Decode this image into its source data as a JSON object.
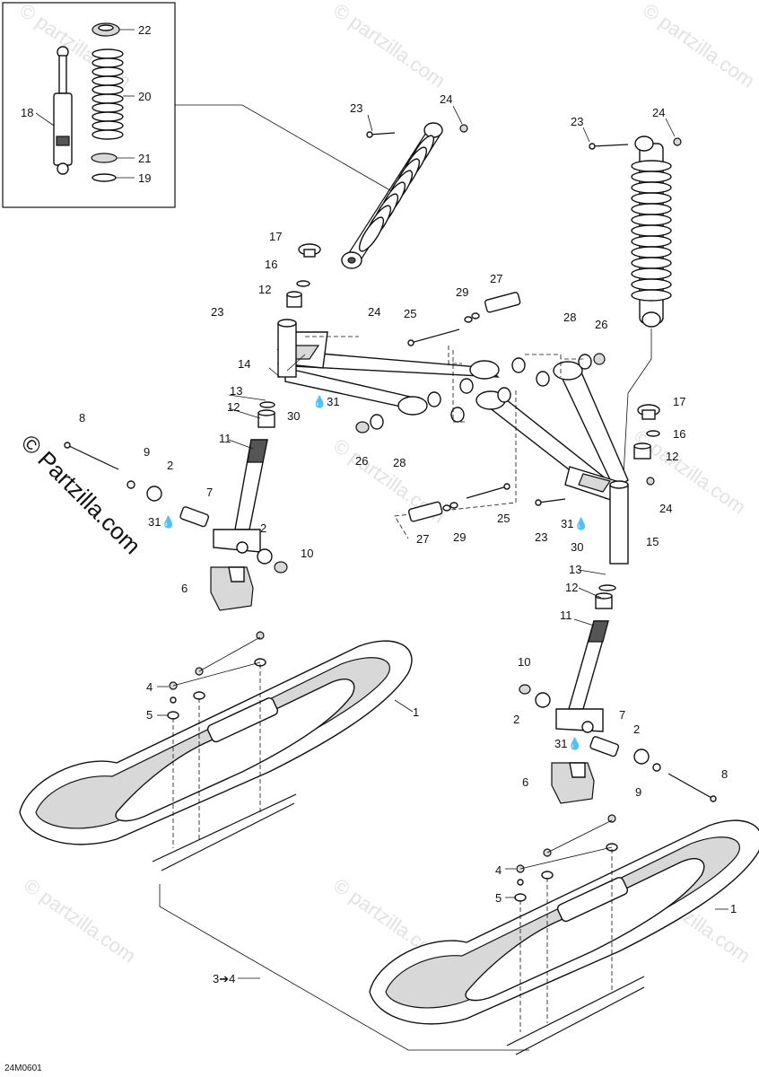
{
  "watermark": "© partzilla.com",
  "side_watermark": "© Partzilla.com",
  "diagram_code": "24M0601",
  "callouts": [
    "1",
    "2",
    "3",
    "4",
    "5",
    "6",
    "7",
    "8",
    "9",
    "10",
    "11",
    "12",
    "13",
    "14",
    "15",
    "16",
    "17",
    "18",
    "19",
    "20",
    "21",
    "22",
    "23",
    "24",
    "25",
    "26",
    "27",
    "28",
    "29",
    "30",
    "31"
  ],
  "note_3_to_4": "3➔4"
}
